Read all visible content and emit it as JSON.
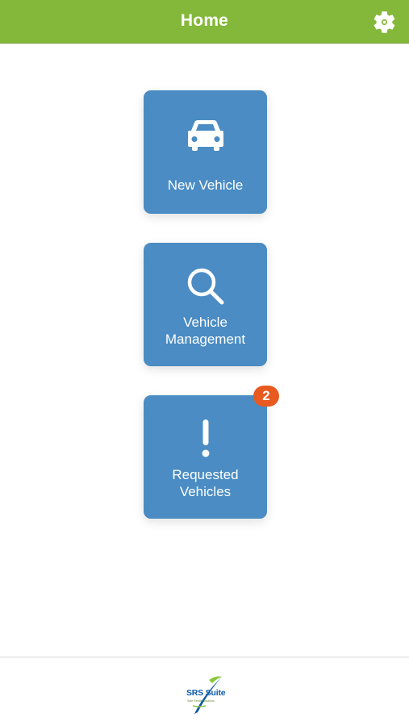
{
  "header": {
    "title": "Home",
    "settings_icon": "gear-icon"
  },
  "tiles": [
    {
      "label_lines": [
        "New Vehicle"
      ],
      "icon": "car-icon"
    },
    {
      "label_lines": [
        "Vehicle",
        "Management"
      ],
      "icon": "search-icon"
    },
    {
      "label_lines": [
        "Requested",
        "Vehicles"
      ],
      "icon": "exclamation-icon",
      "badge": "2"
    }
  ],
  "footer": {
    "logo": {
      "name": "SRS Suite",
      "tagline": "Safe Rental Solutions"
    }
  },
  "colors": {
    "header_bg": "#84b83a",
    "tile_bg": "#4a8cc3",
    "badge_bg": "#e85a20",
    "logo_blue": "#0f5aa8",
    "logo_green": "#8cc63f"
  }
}
